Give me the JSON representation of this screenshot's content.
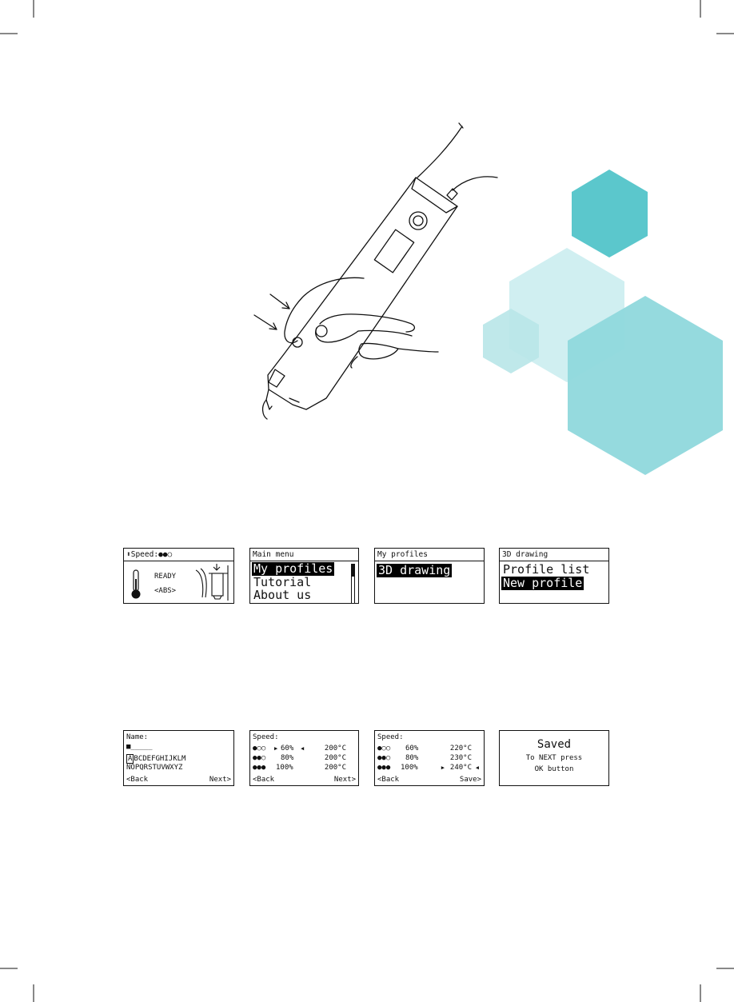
{
  "colors": {
    "hex_dark": "#5bc7cc",
    "hex_light": "#cdeef0",
    "hex_mid": "#8fd8dc",
    "hex_pale": "#b8e6e8",
    "ink": "#111111"
  },
  "row1": {
    "s1": {
      "header": "Speed:",
      "status": "READY",
      "material": "<ABS>",
      "icons": [
        "thermometer-icon",
        "pen-nozzle-icon"
      ]
    },
    "s2": {
      "header": "Main menu",
      "items": [
        "My profiles",
        "Tutorial",
        "About us"
      ]
    },
    "s3": {
      "header": "My profiles",
      "items": [
        "3D drawing"
      ]
    },
    "s4": {
      "header": "3D drawing",
      "items": [
        "Profile list",
        "New profile"
      ]
    }
  },
  "row2": {
    "s5": {
      "label": "Name:",
      "cursor": "■_____",
      "alpha1_first": "A",
      "alpha1_rest": "BCDEFGHIJKLM",
      "alpha2": "NOPQRSTUVWXYZ",
      "back": "<Back",
      "next": "Next>"
    },
    "s6": {
      "label": "Speed:",
      "rows": [
        {
          "dots": "●○○",
          "pct": "60%",
          "temp": "200°C"
        },
        {
          "dots": "●●○",
          "pct": "80%",
          "temp": "200°C"
        },
        {
          "dots": "●●●",
          "pct": "100%",
          "temp": "200°C"
        }
      ],
      "back": "<Back",
      "next": "Next>"
    },
    "s7": {
      "label": "Speed:",
      "rows": [
        {
          "dots": "●○○",
          "pct": "60%",
          "temp": "220°C"
        },
        {
          "dots": "●●○",
          "pct": "80%",
          "temp": "230°C"
        },
        {
          "dots": "●●●",
          "pct": "100%",
          "temp": "240°C"
        }
      ],
      "back": "<Back",
      "save": "Save>"
    },
    "s8": {
      "title": "Saved",
      "line1": "To NEXT press",
      "line2": "OK button"
    }
  }
}
